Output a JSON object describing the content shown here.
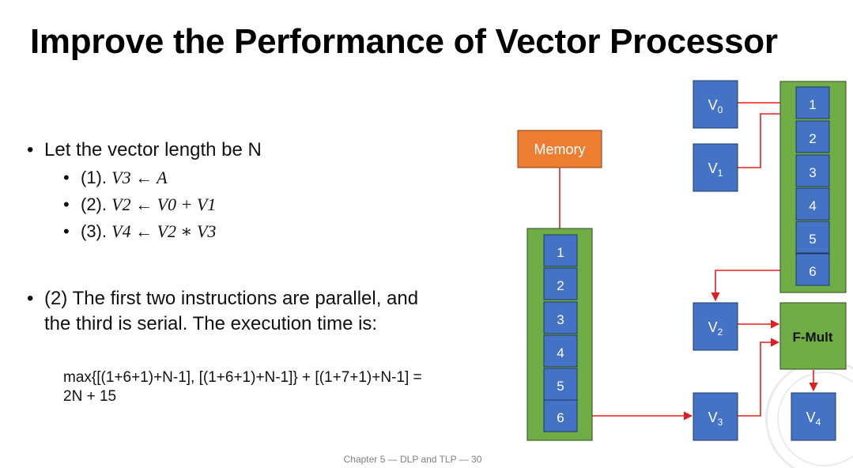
{
  "slide": {
    "title": "Improve the Performance of Vector Processor",
    "footer": "Chapter 5 — DLP and TLP — 30"
  },
  "bullets": {
    "main": "Let the vector length be N",
    "steps": [
      {
        "label": "(1).",
        "expr": "V3 ← A"
      },
      {
        "label": "(2).",
        "expr": "V2 ← V0 + V1"
      },
      {
        "label": "(3).",
        "expr": "V4 ← V2 ∗ V3"
      }
    ],
    "para_line1": "(2) The first two instructions are parallel, and",
    "para_line2": "the third is serial. The execution time is:",
    "formula_line1": "max{[(1+6+1)+N-1], [(1+6+1)+N-1]} + [(1+7+1)+N-1] =",
    "formula_line2": "2N + 15",
    "bullet_glyph": "•"
  },
  "diagram": {
    "memory_label": "Memory",
    "left_pipeline": [
      "1",
      "2",
      "3",
      "4",
      "5",
      "6"
    ],
    "right_pipeline": [
      "1",
      "2",
      "3",
      "4",
      "5",
      "6"
    ],
    "registers": {
      "v0": {
        "base": "V",
        "sub": "0"
      },
      "v1": {
        "base": "V",
        "sub": "1"
      },
      "v2": {
        "base": "V",
        "sub": "2"
      },
      "v3": {
        "base": "V",
        "sub": "3"
      },
      "v4": {
        "base": "V",
        "sub": "4"
      }
    },
    "fmult_label": "F-Mult",
    "colors": {
      "memory": "#ed7d31",
      "register": "#4472c4",
      "pipeline_bg": "#70ad47",
      "pipeline_stage": "#4472c4",
      "wire": "#e02020",
      "outline": "#1f3864"
    }
  }
}
